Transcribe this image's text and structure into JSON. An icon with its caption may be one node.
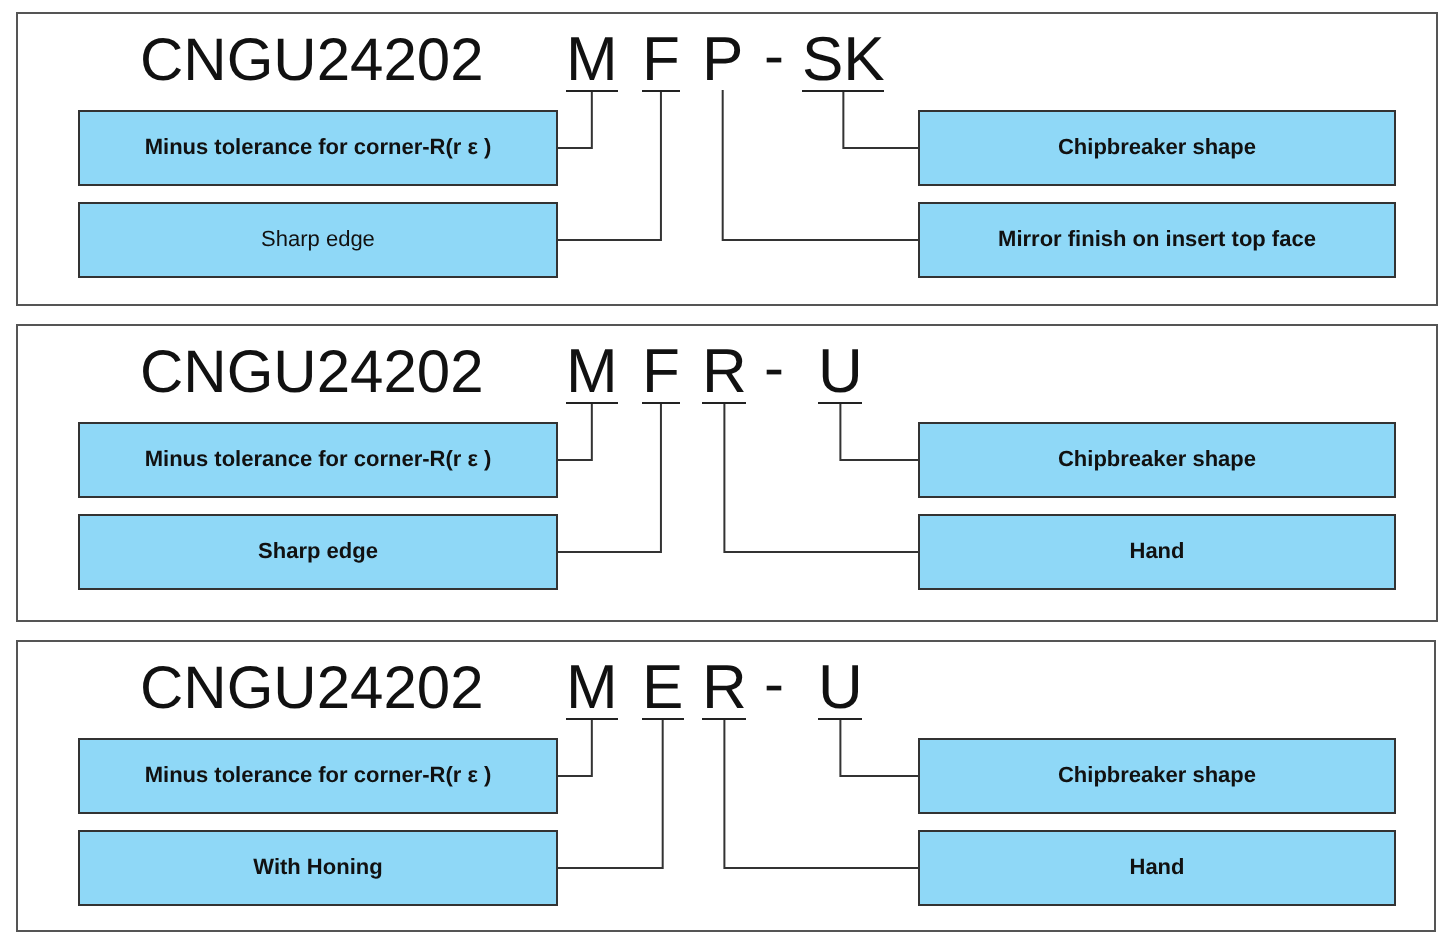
{
  "diagram": {
    "nodes": [
      {
        "text": [],
        "shape": "box"
      },
      {
        "text": [
          "M"
        ],
        "in": 0
      },
      {
        "text": [
          "F"
        ],
        "in": 0
      },
      {
        "text": [
          "P"
        ],
        "in": 0
      },
      {
        "text": [
          "SK"
        ],
        "in": 0
      },
      {
        "text": [
          "Minus tolerance for corner-R(r ε )"
        ],
        "in": 0
      },
      {
        "text": [
          "Sharp edge"
        ],
        "in": 0
      },
      {
        "text": [
          "Chipbreaker shape"
        ],
        "in": 0
      },
      {
        "text": [
          "Mirror finish on insert top face"
        ],
        "in": 0
      },
      {
        "text": [],
        "shape": "box"
      },
      {
        "text": [
          "M"
        ],
        "in": 9
      },
      {
        "text": [
          "F"
        ],
        "in": 9
      },
      {
        "text": [
          "R"
        ],
        "in": 9
      },
      {
        "text": [
          "U"
        ],
        "in": 9
      },
      {
        "text": [
          "Minus tolerance for corner-R(r ε )"
        ],
        "in": 9
      },
      {
        "text": [
          "Sharp edge"
        ],
        "in": 9
      },
      {
        "text": [
          "Chipbreaker shape"
        ],
        "in": 9
      },
      {
        "text": [
          "Hand"
        ],
        "in": 9
      },
      {
        "text": [],
        "shape": "box"
      },
      {
        "text": [
          "M"
        ],
        "in": 18
      },
      {
        "text": [
          "E"
        ],
        "in": 18
      },
      {
        "text": [
          "R"
        ],
        "in": 18
      },
      {
        "text": [
          "U"
        ],
        "in": 18
      },
      {
        "text": [
          "Minus tolerance for corner-R(r ε )"
        ],
        "in": 18
      },
      {
        "text": [
          "With Honing"
        ],
        "in": 18
      },
      {
        "text": [
          "Chipbreaker shape"
        ],
        "in": 18
      },
      {
        "text": [
          "Hand"
        ],
        "in": 18
      }
    ],
    "edges": [
      {
        "from": 1,
        "to": 5,
        "arrow": "none"
      },
      {
        "from": 2,
        "to": 6,
        "arrow": "none"
      },
      {
        "from": 3,
        "to": 8,
        "arrow": "none"
      },
      {
        "from": 4,
        "to": 7,
        "arrow": "none"
      },
      {
        "from": 10,
        "to": 14,
        "arrow": "none"
      },
      {
        "from": 11,
        "to": 15,
        "arrow": "none"
      },
      {
        "from": 12,
        "to": 17,
        "arrow": "none"
      },
      {
        "from": 13,
        "to": 16,
        "arrow": "none"
      },
      {
        "from": 19,
        "to": 23,
        "arrow": "none"
      },
      {
        "from": 20,
        "to": 24,
        "arrow": "none"
      },
      {
        "from": 21,
        "to": 26,
        "arrow": "none"
      },
      {
        "from": 22,
        "to": 25,
        "arrow": "none"
      }
    ],
    "labels": [
      "CNGU24202",
      "-",
      "CNGU24202",
      "-",
      "CNGU24202",
      "-"
    ]
  }
}
